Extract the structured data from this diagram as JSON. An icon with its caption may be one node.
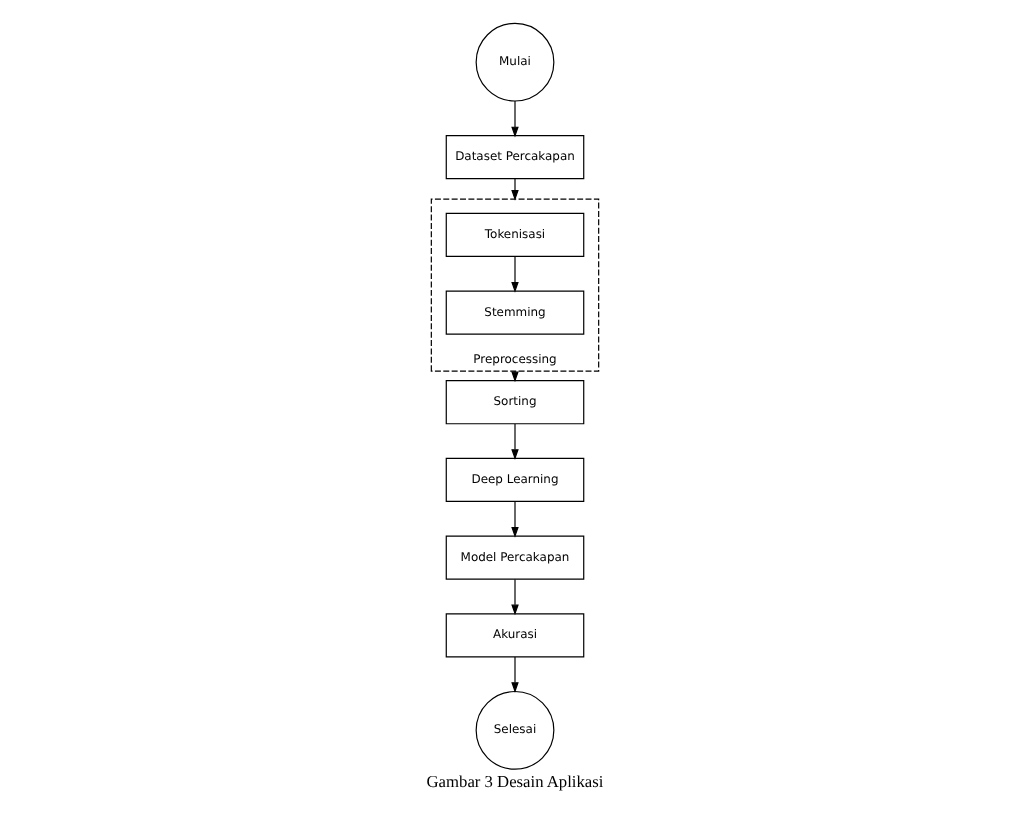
{
  "diagram": {
    "caption": "Gambar 3 Desain Aplikasi",
    "nodes": [
      {
        "text": [
          "Mulai"
        ]
      },
      {
        "text": [
          "Dataset Percakapan"
        ]
      },
      {
        "text": [
          "Preprocessing"
        ]
      },
      {
        "text": [
          "Tokenisasi"
        ],
        "in": 2
      },
      {
        "text": [
          "Stemming"
        ],
        "in": 2
      },
      {
        "text": [
          "Sorting"
        ]
      },
      {
        "text": [
          "Deep Learning"
        ]
      },
      {
        "text": [
          "Model Percakapan"
        ]
      },
      {
        "text": [
          "Akurasi"
        ]
      },
      {
        "text": [
          "Selesai"
        ]
      }
    ],
    "edges": [
      {
        "from": 0,
        "to": 1,
        "arrow": "to"
      },
      {
        "from": 1,
        "to": 2,
        "arrow": "to"
      },
      {
        "from": 3,
        "to": 4,
        "arrow": "to"
      },
      {
        "from": 2,
        "to": 5,
        "arrow": "to"
      },
      {
        "from": 5,
        "to": 6,
        "arrow": "to"
      },
      {
        "from": 6,
        "to": 7,
        "arrow": "to"
      },
      {
        "from": 7,
        "to": 8,
        "arrow": "to"
      },
      {
        "from": 8,
        "to": 9,
        "arrow": "to"
      }
    ]
  }
}
